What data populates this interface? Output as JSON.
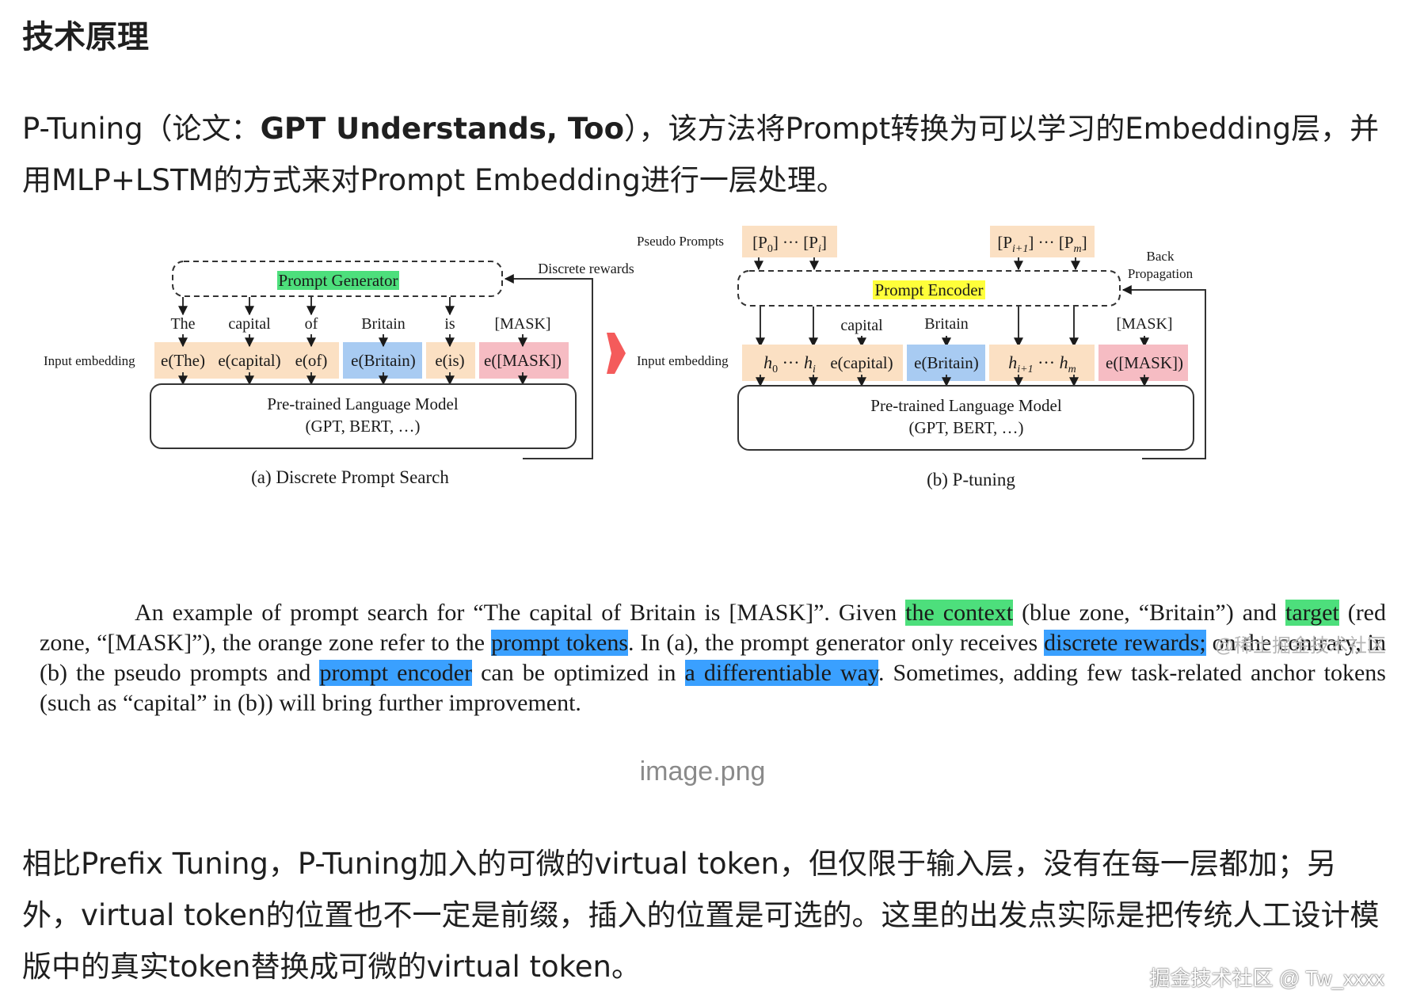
{
  "heading": "技术原理",
  "para1": {
    "pre": "P-Tuning（论文：",
    "bold": "GPT Understands, Too",
    "post": "），该方法将Prompt转换为可以学习的Embedding层，并用MLP+LSTM的方式来对Prompt Embedding进行一层处理。"
  },
  "figure": {
    "left": {
      "generator": "Prompt Generator",
      "rewards": "Discrete rewards",
      "input_label": "Input embedding",
      "tokens": [
        "The",
        "capital",
        "of",
        "Britain",
        "is",
        "[MASK]"
      ],
      "embeds": [
        "e(The)",
        "e(capital)",
        "e(of)",
        "e(Britain)",
        "e(is)",
        "e([MASK])"
      ],
      "model_line1": "Pre-trained Language Model",
      "model_line2": "(GPT, BERT, …)",
      "caption": "(a) Discrete Prompt Search"
    },
    "right": {
      "pseudo_label": "Pseudo Prompts",
      "encoder": "Prompt Encoder",
      "back1": "Back",
      "back2": "Propagation",
      "input_label": "Input embedding",
      "tokens": [
        "capital",
        "Britain",
        "[MASK]"
      ],
      "embed_capital": "e(capital)",
      "embed_britain": "e(Britain)",
      "embed_mask": "e([MASK])",
      "model_line1": "Pre-trained Language Model",
      "model_line2": "(GPT, BERT, …)",
      "caption": "(b) P-tuning"
    },
    "colors": {
      "orange": "#fbe0c3",
      "blue": "#a8cbf2",
      "red": "#f6bcc3",
      "green": "#4ddf7c",
      "yellow": "#ffff3a",
      "arrow_red": "#f45b5b"
    },
    "caption": {
      "s1": "An example of prompt search for “The capital of Britain is [MASK]”. Given ",
      "h1": "the context",
      "s2": " (blue zone, “Britain”) and ",
      "h2": "target",
      "s3": " (red zone, “[MASK]”), the orange zone refer to the ",
      "h3": "prompt tokens",
      "s4": ". In (a), the prompt generator only receives ",
      "h4": "discrete rewards;",
      "s5": " on the contrary, in (b) the pseudo prompts and ",
      "h5": "prompt encoder",
      "s6": " can be optimized in ",
      "h6": "a differentiable way",
      "s7": ". Sometimes, adding few task-related anchor tokens (such as “capital” in (b)) will bring further improvement."
    },
    "inline_watermark": "@稀土掘金技术社区"
  },
  "image_name": "image.png",
  "para2": "相比Prefix Tuning，P-Tuning加入的可微的virtual token，但仅限于输入层，没有在每一层都加；另外，virtual token的位置也不一定是前缀，插入的位置是可选的。这里的出发点实际是把传统人工设计模版中的真实token替换成可微的virtual token。",
  "corner_watermark": "掘金技术社区 @ Tw_xxxx"
}
